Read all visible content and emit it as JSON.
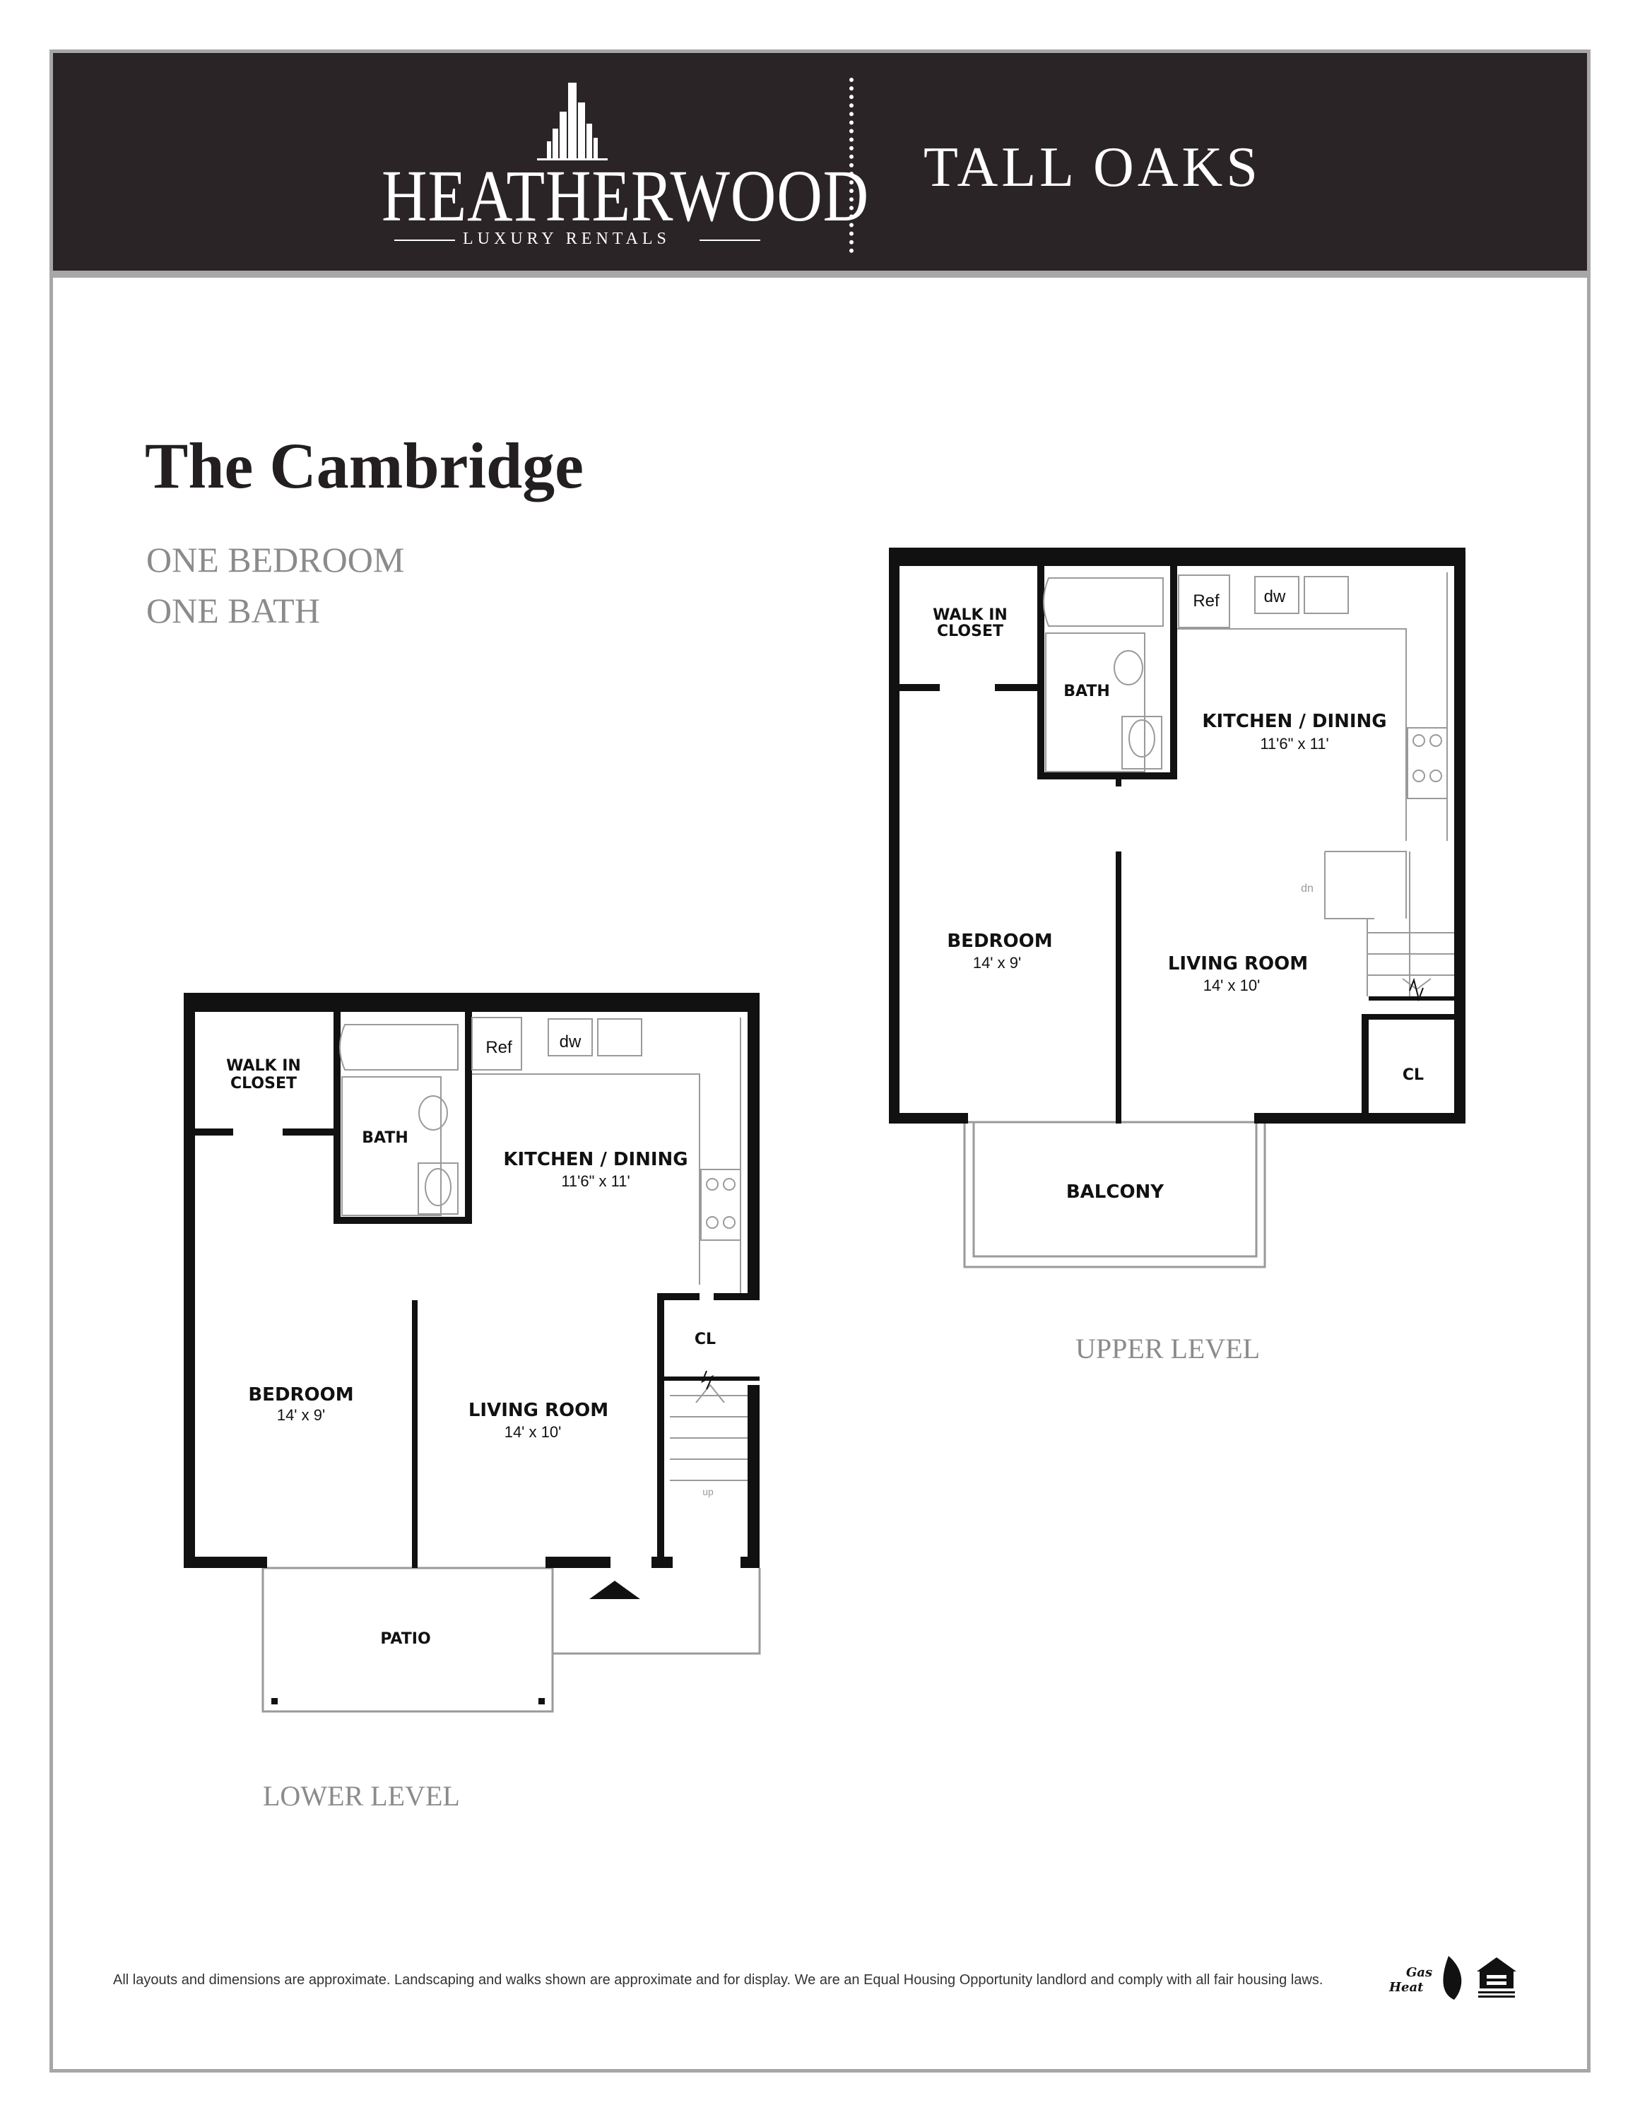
{
  "header": {
    "brand_name": "HEATHERWOOD",
    "brand_tagline": "LUXURY RENTALS",
    "community": "TALL OAKS"
  },
  "plan": {
    "name": "The Cambridge",
    "bedrooms": "ONE BEDROOM",
    "baths": "ONE BATH"
  },
  "lower_level": {
    "label": "LOWER LEVEL",
    "walk_in_closet": [
      "WALK IN",
      "CLOSET"
    ],
    "bath": "BATH",
    "kitchen": "KITCHEN / DINING",
    "kitchen_dim": "11'6\" x 11'",
    "ref": "Ref",
    "dw": "dw",
    "bedroom": "BEDROOM",
    "bedroom_dim": "14' x 9'",
    "living": "LIVING ROOM",
    "living_dim": "14' x 10'",
    "closet": "CL",
    "patio": "PATIO",
    "stair_note": "up"
  },
  "upper_level": {
    "label": "UPPER LEVEL",
    "walk_in_closet": [
      "WALK IN",
      "CLOSET"
    ],
    "bath": "BATH",
    "kitchen": "KITCHEN / DINING",
    "kitchen_dim": "11'6\" x 11'",
    "ref": "Ref",
    "dw": "dw",
    "bedroom": "BEDROOM",
    "bedroom_dim": "14' x 9'",
    "living": "LIVING ROOM",
    "living_dim": "14' x 10'",
    "closet": "CL",
    "balcony": "BALCONY",
    "stair_note": "dn"
  },
  "footer": {
    "disclaimer": "All layouts and dimensions are approximate. Landscaping and walks shown are approximate and for display. We are an Equal Housing Opportunity landlord and comply with all fair housing laws.",
    "gas_heat": [
      "Gas",
      "Heat"
    ],
    "eho_logo": "equal-housing-opportunity-logo",
    "colors": {
      "header_bg": "#2b2426",
      "frame": "#a7a7a7",
      "wall": "#111111",
      "subtitle": "#8b8b8b"
    }
  }
}
